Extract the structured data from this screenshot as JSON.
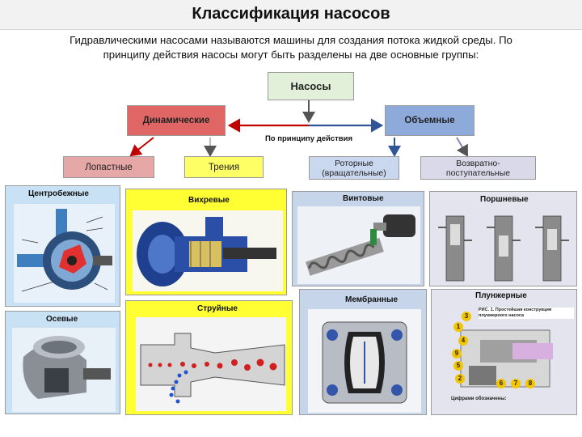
{
  "title": "Классификация насосов",
  "intro": {
    "line1": "Гидравлическими насосами называются машины для создания потока жидкой среды. По",
    "line2": "принципу действия насосы могут быть разделены на две основные группы:"
  },
  "root": {
    "label": "Насосы"
  },
  "principle_label": "По принципу действия",
  "groups": {
    "dynamic": {
      "label": "Динамические"
    },
    "volumetric": {
      "label": "Объемные"
    }
  },
  "subgroups": {
    "blade": {
      "label": "Лопастные"
    },
    "friction": {
      "label": "Трения"
    },
    "rotary": {
      "line1": "Роторные",
      "line2": "(вращательные)"
    },
    "reciprocating": {
      "line1": "Возвратно-",
      "line2": "поступательные"
    }
  },
  "types": {
    "centrifugal": "Центробежные",
    "vortex": "Вихревые",
    "screw": "Винтовые",
    "piston": "Поршневые",
    "axial": "Осевые",
    "jet": "Струйные",
    "membrane": "Мембранные",
    "plunger": "Плунжерные"
  },
  "plunger_figure": {
    "caption": "РИС. 1. Простейшая конструкция плунжерного насоса",
    "legend_title": "Цифрами обозначены:",
    "numbers": [
      "1",
      "2",
      "3",
      "4",
      "5",
      "6",
      "7",
      "8",
      "9"
    ]
  },
  "colors": {
    "root": "#e2efd9",
    "dynamic": "#e06666",
    "volumetric": "#8eaadb",
    "blade": "#e6a7a7",
    "friction": "#ffff66",
    "rotary": "#c9d7ef",
    "reciprocating": "#d9d9ea",
    "arrow_red": "#c00000",
    "arrow_blue": "#2f5597"
  }
}
